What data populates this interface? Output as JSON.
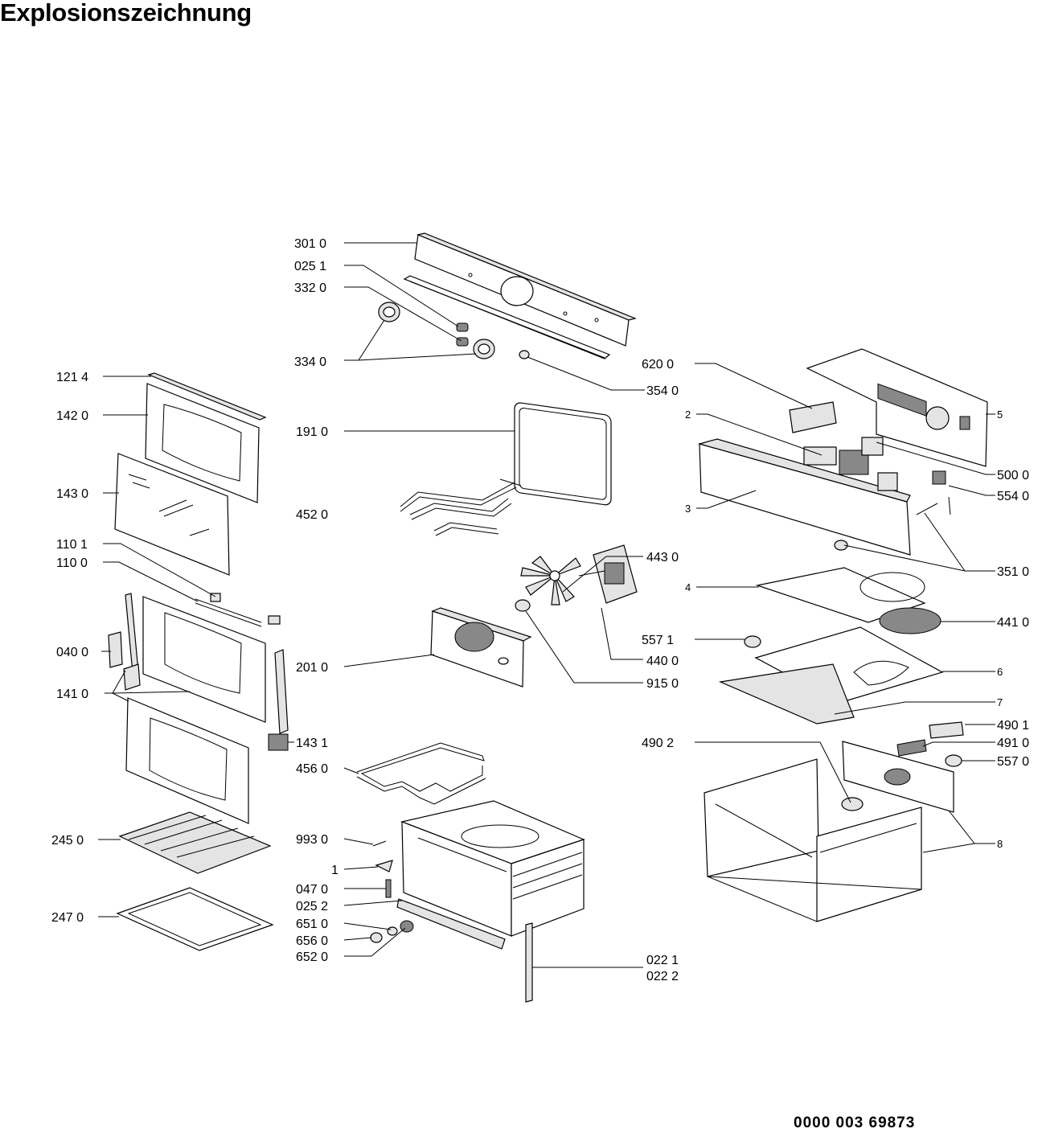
{
  "title": "Explosionszeichnung",
  "document_number": "0000 003 69873",
  "part_labels": {
    "l3010": "301 0",
    "l0251": "025 1",
    "l3320": "332 0",
    "l3340": "334 0",
    "l3540": "354 0",
    "l1214": "121 4",
    "l1420": "142 0",
    "l1910": "191 0",
    "l1430": "143 0",
    "l4520": "452 0",
    "l1101": "110 1",
    "l1100": "110 0",
    "l0400": "040 0",
    "l1410": "141 0",
    "l1431": "143 1",
    "l2010": "201 0",
    "l4430": "443 0",
    "l4400": "440 0",
    "l9150": "915 0",
    "l4560": "456 0",
    "l2450": "245 0",
    "l2470": "247 0",
    "l9930": "993 0",
    "l1": "1",
    "l0470": "047 0",
    "l0252": "025 2",
    "l6510": "651 0",
    "l6560": "656 0",
    "l6520": "652 0",
    "l0221": "022 1",
    "l0222": "022 2",
    "l6200": "620 0",
    "l2": "2",
    "l5": "5",
    "l5000": "500 0",
    "l5540": "554 0",
    "l3": "3",
    "l3510": "351 0",
    "l4": "4",
    "l4410": "441 0",
    "l5571": "557 1",
    "l6": "6",
    "l7": "7",
    "l4901": "490 1",
    "l4902": "490 2",
    "l4910": "491 0",
    "l5570": "557 0",
    "l8": "8"
  }
}
